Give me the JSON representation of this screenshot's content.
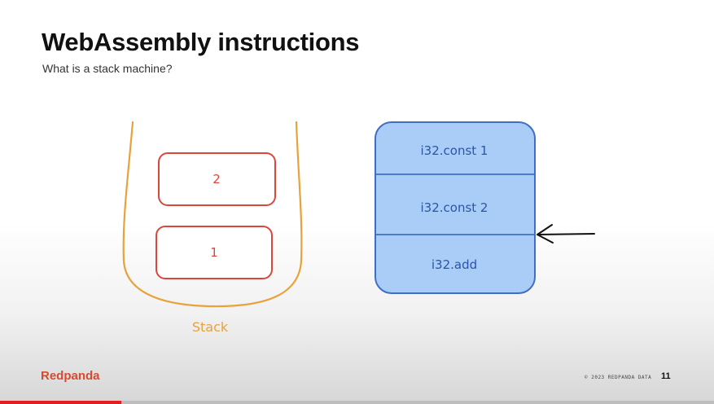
{
  "slide": {
    "title": "WebAssembly instructions",
    "subtitle": "What is a stack machine?",
    "stack": {
      "label": "Stack",
      "items": [
        "2",
        "1"
      ]
    },
    "instructions": [
      "i32.const 1",
      "i32.const 2",
      "i32.add"
    ],
    "brand": "Redpanda",
    "copyright": "© 2023 REDPANDA DATA",
    "page_number": "11"
  },
  "colors": {
    "stack_outline": "#e8a23a",
    "stack_item": "#d9473b",
    "instruction_fill": "#a9cdf7",
    "instruction_stroke": "#3f6fc4",
    "instruction_text": "#2a55a8",
    "brand": "#d9492d",
    "progress": "#e02020"
  },
  "video": {
    "progress_fraction": 0.17
  }
}
